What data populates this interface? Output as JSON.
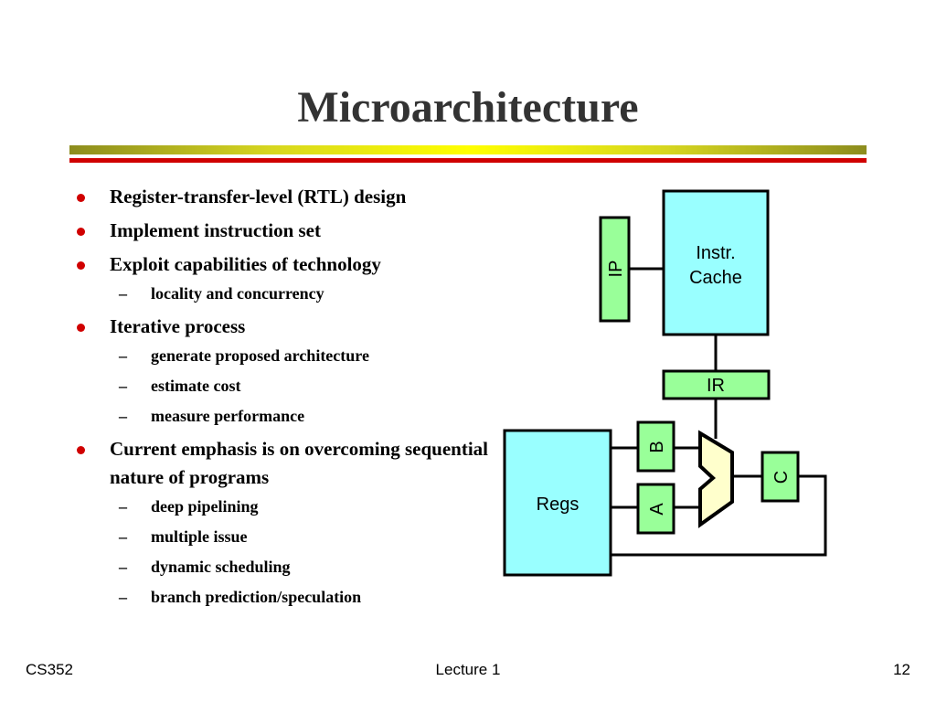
{
  "slide": {
    "title": "Microarchitecture"
  },
  "bullets": [
    {
      "text": "Register-transfer-level (RTL) design",
      "subs": []
    },
    {
      "text": "Implement instruction set",
      "subs": []
    },
    {
      "text": "Exploit capabilities of technology",
      "subs": [
        "locality and concurrency"
      ]
    },
    {
      "text": "Iterative process",
      "subs": [
        "generate proposed architecture",
        "estimate cost",
        "measure performance"
      ]
    },
    {
      "text": "Current emphasis is on overcoming sequential nature of programs",
      "subs": [
        "deep pipelining",
        "multiple issue",
        "dynamic scheduling",
        "branch prediction/speculation"
      ]
    }
  ],
  "sub_marker": "–",
  "diagram": {
    "ip": "IP",
    "icache_line1": "Instr.",
    "icache_line2": "Cache",
    "ir": "IR",
    "b": "B",
    "a": "A",
    "c": "C",
    "regs": "Regs"
  },
  "colors": {
    "cyan_box": "#99ffff",
    "green_box": "#99ff99",
    "alu_fill": "#ffffcc",
    "bullet_red": "#d00000",
    "title_gray": "#333333"
  },
  "footer": {
    "left": "CS352",
    "center": "Lecture 1",
    "right": "12"
  }
}
